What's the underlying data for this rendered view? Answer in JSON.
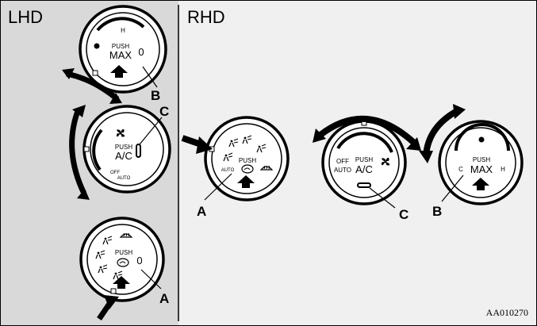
{
  "panels": {
    "left": "LHD",
    "right": "RHD"
  },
  "dials": {
    "lhd_temp": {
      "top_mark": "H",
      "push": "PUSH",
      "button": "MAX",
      "marker": "0"
    },
    "lhd_fan": {
      "push": "PUSH",
      "button": "A/C",
      "off": "OFF",
      "auto": "AUTO"
    },
    "lhd_mode": {
      "push": "PUSH",
      "marker": "0"
    },
    "rhd_mode": {
      "auto": "AUTO",
      "push": "PUSH"
    },
    "rhd_fan": {
      "off": "OFF",
      "auto": "AUTO",
      "push": "PUSH",
      "button": "A/C"
    },
    "rhd_temp": {
      "push": "PUSH",
      "button": "MAX",
      "cold": "C",
      "hot": "H"
    }
  },
  "callouts": {
    "lhd_b": "B",
    "lhd_c": "C",
    "lhd_a": "A",
    "rhd_a": "A",
    "rhd_c": "C",
    "rhd_b": "B"
  },
  "figure_code": "AA010270",
  "colors": {
    "background": "#ffffff",
    "panel_left": "#d9d9d9",
    "panel_right": "#f0f0f0",
    "ink": "#000000"
  }
}
